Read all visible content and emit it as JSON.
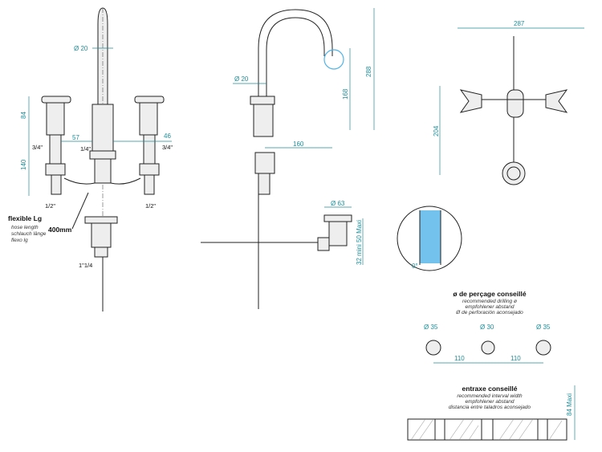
{
  "dims": {
    "d20_front": "Ø 20",
    "d20_side": "Ø 20",
    "h84": "84",
    "h140": "140",
    "w57": "57",
    "w46": "46",
    "t14": "1/4\"",
    "t34_l": "3/4\"",
    "t34_r": "3/4\"",
    "t12_l": "1/2\"",
    "t12_r": "1/2\"",
    "t1_14": "1\"1/4",
    "hose_len": "400mm",
    "h168": "168",
    "h288": "288",
    "w160": "160",
    "d63": "Ø 63",
    "v32_50": "32 mini\n50 Maxi",
    "w287": "287",
    "h204": "204",
    "angle0": "0°"
  },
  "hose": {
    "title": "flexible Lg",
    "lines": [
      "hose length",
      "schlauch länge",
      "flexo lg"
    ]
  },
  "drilling": {
    "title": "ø de perçage conseillé",
    "lines": [
      "recommended drilling ø",
      "empfohlener abstand",
      "Ø de perforación aconsejado"
    ],
    "d35_left": "Ø 35",
    "d30_mid": "Ø 30",
    "d35_right": "Ø 35",
    "gap1": "110",
    "gap2": "110"
  },
  "interval": {
    "title": "entraxe conseillé",
    "lines": [
      "recommended interval width",
      "empfohlener abstand",
      "distancia entre taladros aconsejado"
    ],
    "max": "84 Maxi"
  },
  "colors": {
    "dim": "#1f8e9a",
    "water": "#4fb3e8",
    "line": "#222222"
  }
}
